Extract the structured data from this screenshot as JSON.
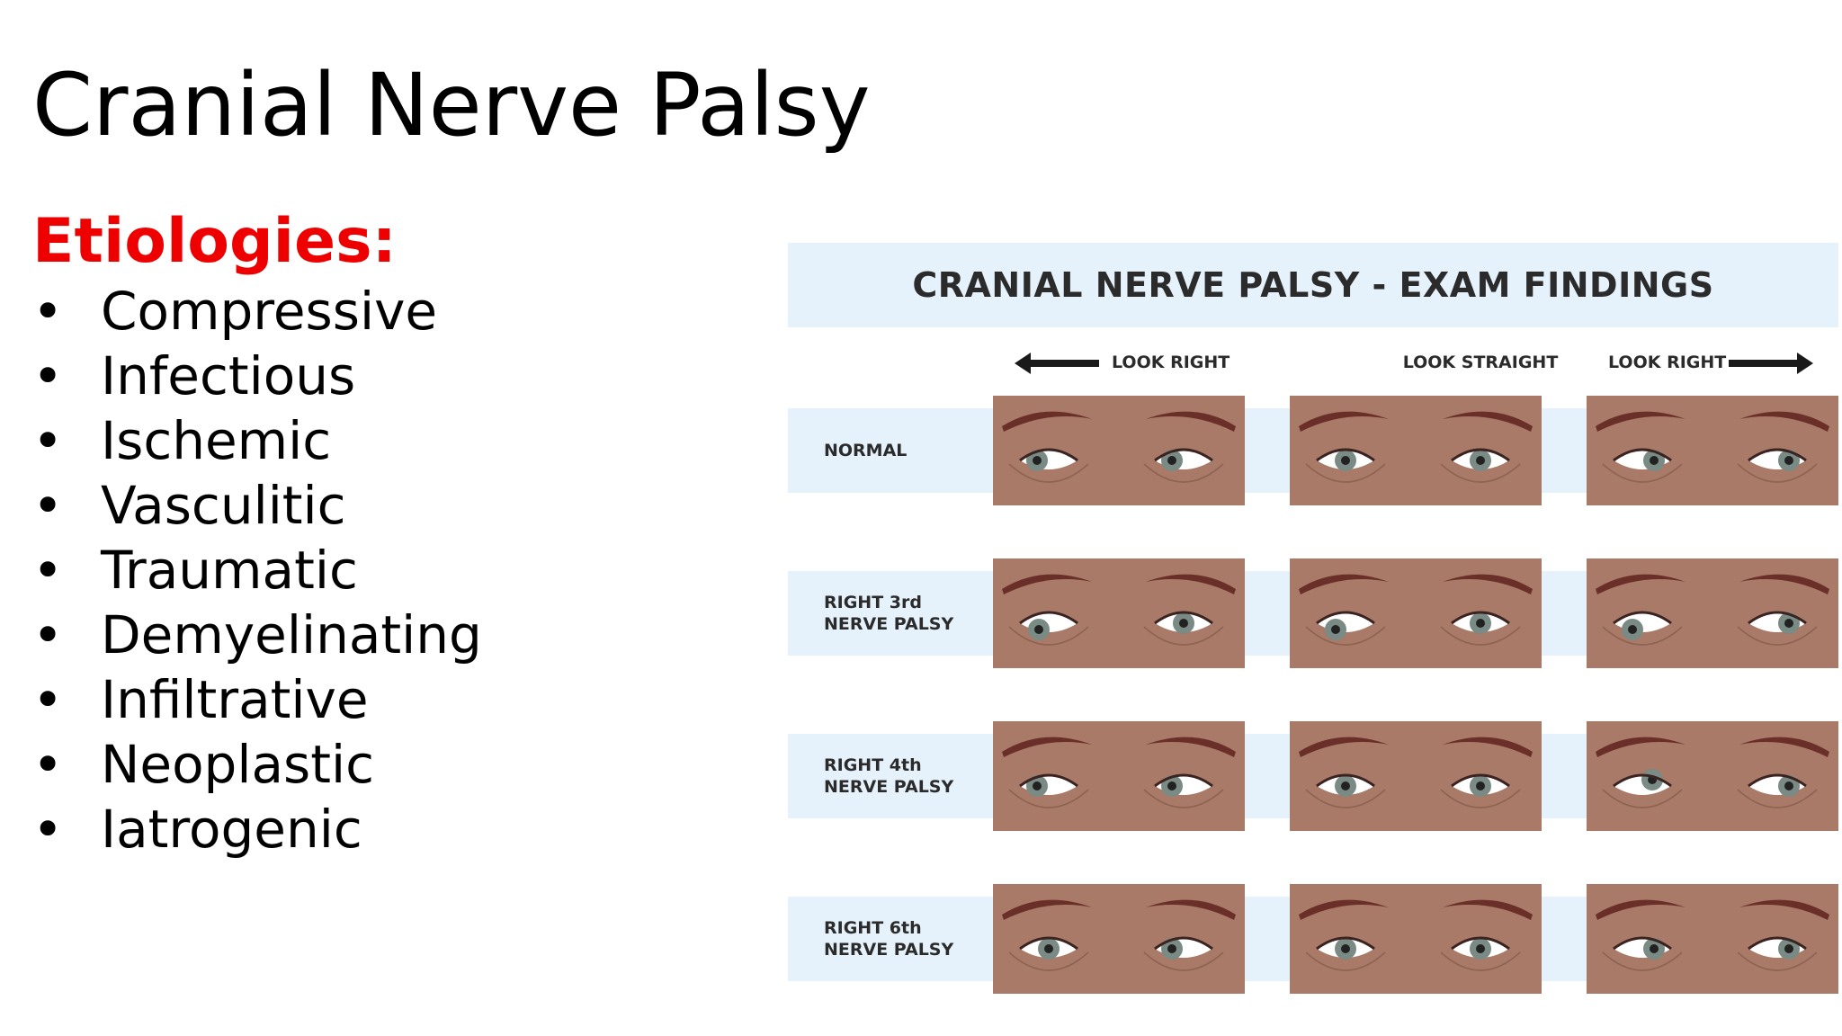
{
  "slide": {
    "title": "Cranial Nerve Palsy",
    "etiology_heading": "Etiologies:",
    "bullet_char": "•",
    "etiologies": [
      "Compressive",
      "Infectious",
      "Ischemic",
      "Vasculitic",
      "Traumatic",
      "Demyelinating",
      "Infiltrative",
      "Neoplastic",
      "Iatrogenic"
    ]
  },
  "figure": {
    "title": "CRANIAL NERVE PALSY - EXAM FINDINGS",
    "columns": [
      "LOOK RIGHT",
      "LOOK STRAIGHT",
      "LOOK RIGHT"
    ],
    "arrow_icons": [
      "arrow-left-icon",
      "arrow-right-icon"
    ],
    "rows": [
      {
        "label_lines": [
          "NORMAL"
        ],
        "gaze": [
          [
            "left",
            "left"
          ],
          [
            "center",
            "center"
          ],
          [
            "right",
            "right"
          ]
        ]
      },
      {
        "label_lines": [
          "RIGHT 3rd",
          "NERVE PALSY"
        ],
        "gaze": [
          [
            "down-left",
            "center"
          ],
          [
            "down-left",
            "center"
          ],
          [
            "down-left",
            "right"
          ]
        ]
      },
      {
        "label_lines": [
          "RIGHT 4th",
          "NERVE PALSY"
        ],
        "gaze": [
          [
            "left",
            "left"
          ],
          [
            "center",
            "center"
          ],
          [
            "up-right",
            "right"
          ]
        ]
      },
      {
        "label_lines": [
          "RIGHT 6th",
          "NERVE PALSY"
        ],
        "gaze": [
          [
            "center",
            "left"
          ],
          [
            "center",
            "center"
          ],
          [
            "right",
            "right"
          ]
        ]
      }
    ],
    "colors": {
      "banner": "#e6f2fb",
      "skin": "#a87a67",
      "brow": "#6b2f2a",
      "sclera": "#ffffff",
      "iris": "#7a8a84",
      "pupil": "#222222",
      "lid_line": "#8e6352",
      "text": "#2b2b2b",
      "etiology_heading": "#ee0000"
    }
  }
}
